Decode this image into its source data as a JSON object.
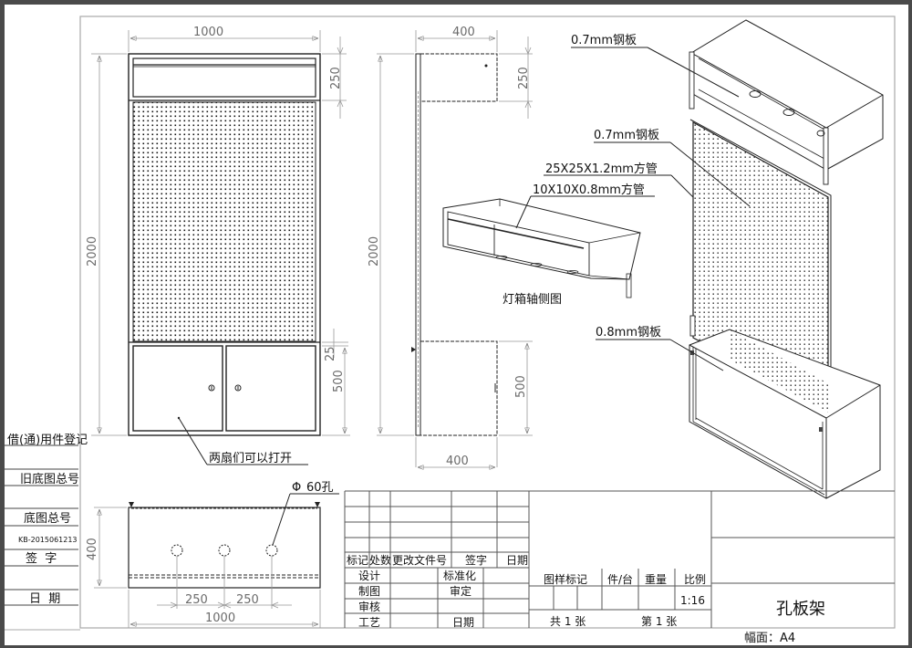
{
  "drawing": {
    "title": "孔板架",
    "paper_size": "幅面：A4",
    "scale": "1:16",
    "sheets_total": "共 1 张",
    "sheet_number": "第 1 张"
  },
  "left_strip": {
    "rows": [
      {
        "label": "借(通)用件登记"
      },
      {
        "label": "旧底图总号"
      },
      {
        "label": "底图总号"
      },
      {
        "label": "KB-2015061213"
      },
      {
        "label": "签  字"
      },
      {
        "label": "日  期"
      }
    ]
  },
  "front_view": {
    "width_dim": "1000",
    "height_dim": "2000",
    "top_dim": "250",
    "gap_dim": "25",
    "bottom_dim": "500",
    "door_note": "两扇们可以打开"
  },
  "side_view": {
    "top_width_dim": "400",
    "bottom_width_dim": "400",
    "height_dim": "2000",
    "top_dim": "250",
    "bottom_dim": "500"
  },
  "top_view": {
    "height_dim": "400",
    "hole_note": "60孔",
    "diameter_symbol": "Φ",
    "spacing_1": "250",
    "spacing_2": "250",
    "width_dim": "1000"
  },
  "lightbox": {
    "caption": "灯箱轴侧图",
    "callout_1": "25X25X1.2mm方管",
    "callout_2": "10X10X0.8mm方管"
  },
  "iso_view": {
    "callout_top": "0.7mm钢板",
    "callout_panel": "0.7mm钢板",
    "callout_bottom": "0.8mm钢板"
  },
  "title_block": {
    "revision_header": [
      "标记",
      "处数",
      "更改文件号",
      "签字",
      "日期"
    ],
    "rows": [
      {
        "label": "设计",
        "label2": "标准化"
      },
      {
        "label": "制图",
        "label2": "审定"
      },
      {
        "label": "审核",
        "label2": ""
      },
      {
        "label": "工艺",
        "label2": "日期"
      }
    ],
    "info_header": [
      "图样标记",
      "件/台",
      "重量",
      "比例"
    ]
  }
}
